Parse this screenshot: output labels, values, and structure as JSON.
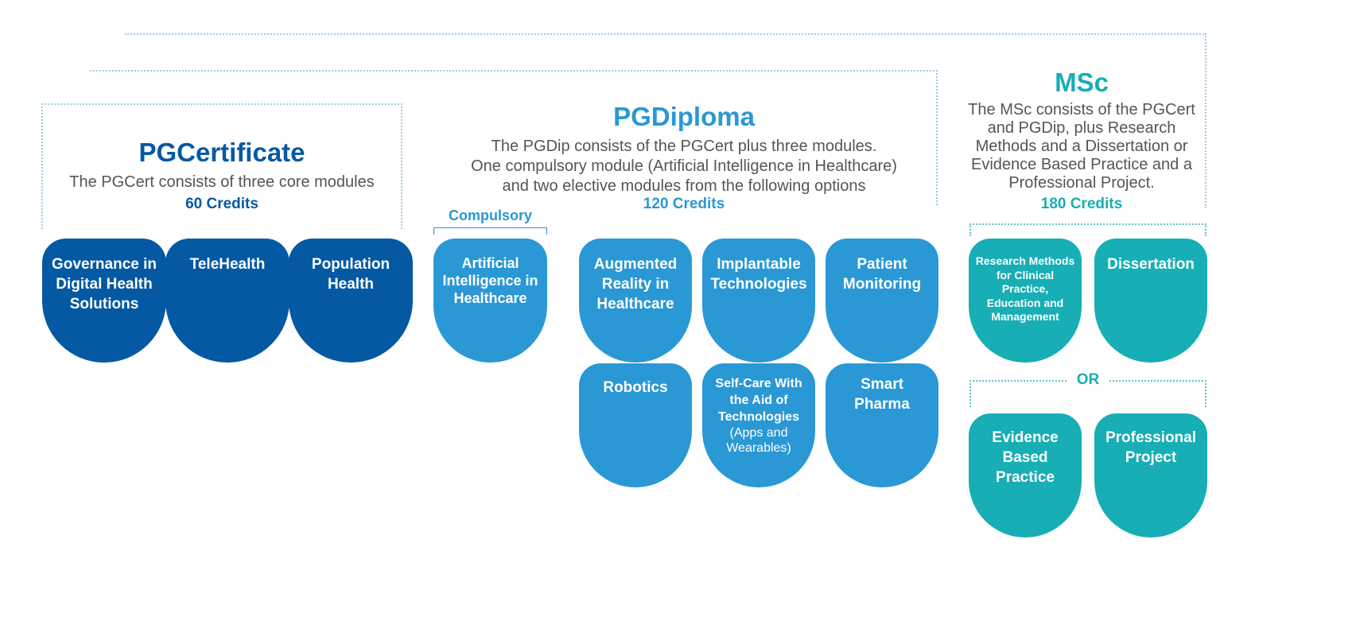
{
  "colors": {
    "pgcert": "#0559a3",
    "pgdip": "#2a98d5",
    "msc": "#17aeb5",
    "text": "#555555",
    "connector": "#9fcbe0"
  },
  "pgcert": {
    "title": "PGCertificate",
    "description": "The PGCert consists of three core modules",
    "credits": "60 Credits",
    "modules": [
      "Governance in Digital Health Solutions",
      "TeleHealth",
      "Population Health"
    ]
  },
  "pgdip": {
    "title": "PGDiploma",
    "description": "The PGDip consists of the PGCert plus three modules.\nOne compulsory module (Artificial Intelligence in Healthcare)\nand two elective modules from the following options",
    "credits": "120 Credits",
    "compulsory_label": "Compulsory",
    "compulsory_module": "Artificial Intelligence in Healthcare",
    "electives": [
      "Augmented Reality in Healthcare",
      "Implantable Technologies",
      "Patient Monitoring",
      "Robotics",
      "Self-Care With the Aid of Technologies",
      "Smart Pharma"
    ],
    "elective_note": "(Apps and Wearables)"
  },
  "msc": {
    "title": "MSc",
    "description": "The MSc consists of the PGCert\nand PGDip, plus Research\nMethods and a Dissertation or\nEvidence Based Practice and a\nProfessional Project.",
    "credits": "180 Credits",
    "option_a": [
      "Research Methods for Clinical Practice, Education and Management",
      "Dissertation"
    ],
    "or_label": "OR",
    "option_b": [
      "Evidence Based Practice",
      "Professional Project"
    ]
  }
}
